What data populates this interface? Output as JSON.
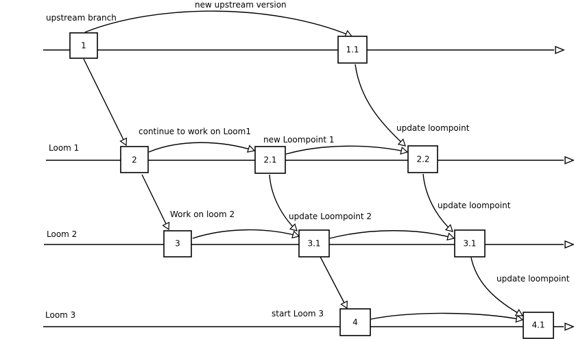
{
  "lanes": [
    {
      "id": "upstream",
      "label": "upstream branch"
    },
    {
      "id": "loom1",
      "label": "Loom 1"
    },
    {
      "id": "loom2",
      "label": "Loom 2"
    },
    {
      "id": "loom3",
      "label": "Loom 3"
    }
  ],
  "nodes": [
    {
      "id": "n1",
      "label": "1"
    },
    {
      "id": "n11",
      "label": "1.1"
    },
    {
      "id": "n2",
      "label": "2"
    },
    {
      "id": "n21",
      "label": "2.1"
    },
    {
      "id": "n22",
      "label": "2.2"
    },
    {
      "id": "n3",
      "label": "3"
    },
    {
      "id": "n31a",
      "label": "3.1"
    },
    {
      "id": "n31b",
      "label": "3.1"
    },
    {
      "id": "n4",
      "label": "4"
    },
    {
      "id": "n41",
      "label": "4.1"
    }
  ],
  "annotations": [
    {
      "id": "new-upstream-version",
      "text": "new upstream version"
    },
    {
      "id": "continue-loom1",
      "text": "continue to work on Loom1"
    },
    {
      "id": "new-loompoint-1",
      "text": "new Loompoint 1"
    },
    {
      "id": "update-loompoint-a",
      "text": "update loompoint"
    },
    {
      "id": "work-on-loom-2",
      "text": "Work on loom 2"
    },
    {
      "id": "update-loompoint-2",
      "text": "update Loompoint 2"
    },
    {
      "id": "update-loompoint-b",
      "text": "update loompoint"
    },
    {
      "id": "start-loom-3",
      "text": "start Loom 3"
    },
    {
      "id": "update-loompoint-c",
      "text": "update loompoint"
    }
  ],
  "edges": [
    {
      "from": "n1",
      "to": "n11"
    },
    {
      "from": "n1",
      "to": "n2"
    },
    {
      "from": "n11",
      "to": "n22"
    },
    {
      "from": "n2",
      "to": "n21"
    },
    {
      "from": "n21",
      "to": "n22"
    },
    {
      "from": "n2",
      "to": "n3"
    },
    {
      "from": "n3",
      "to": "n31a"
    },
    {
      "from": "n21",
      "to": "n31a"
    },
    {
      "from": "n31a",
      "to": "n31b"
    },
    {
      "from": "n22",
      "to": "n31b"
    },
    {
      "from": "n31a",
      "to": "n4"
    },
    {
      "from": "n4",
      "to": "n41"
    },
    {
      "from": "n31b",
      "to": "n41"
    }
  ],
  "colors": {
    "stroke": "#000000",
    "background": "#ffffff"
  }
}
